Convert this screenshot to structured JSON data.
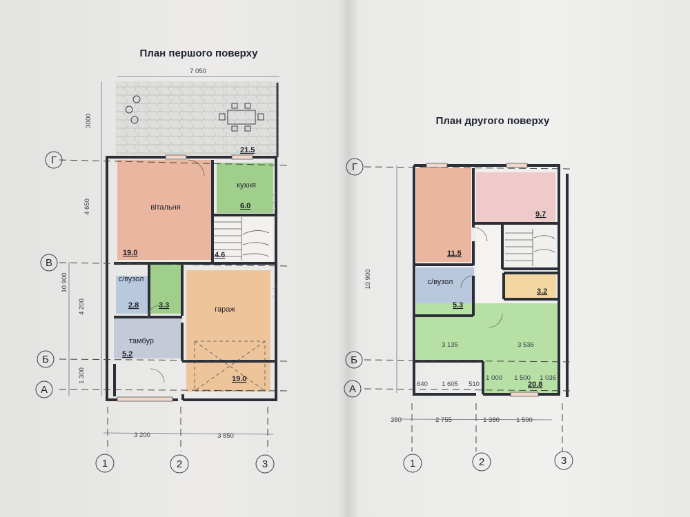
{
  "plan1": {
    "title": "План першого поверху",
    "dims": {
      "top": "7 050",
      "terrace_h": "3000",
      "h1": "4 650",
      "total": "10 900",
      "h2": "4 200",
      "h3": "1 300",
      "b1": "3 200",
      "b2": "3 850"
    },
    "rooms": {
      "terrace_area": "21.5",
      "living_name": "вітальня",
      "living_area": "19.0",
      "kitchen_name": "кухня",
      "kitchen_area": "6.0",
      "stairs_area": "4.6",
      "wc_name": "с/вузол",
      "wc_area": "2.8",
      "closet_area": "3.3",
      "garage_name": "гараж",
      "garage_area": "19.0",
      "vestibule_name": "тамбур",
      "vestibule_area": "5.2"
    },
    "axes_rows": [
      "Г",
      "В",
      "Б",
      "А"
    ],
    "axes_cols": [
      "1",
      "2",
      "3"
    ]
  },
  "plan2": {
    "title": "План другого поверху",
    "dims": {
      "total": "10 900",
      "c1": "3 135",
      "c2": "3 536",
      "d1": "640",
      "d2": "1 605",
      "d3": "510",
      "d4": "1 000",
      "d5": "1 500",
      "d6": "1 036",
      "b0": "380",
      "b1": "2 755",
      "b2": "1 380",
      "b3": "1 500"
    },
    "rooms": {
      "bed_top_right_area": "9.7",
      "bed_left_area": "11.5",
      "wc_name": "с/вузол",
      "wc_area": "5.3",
      "small_area": "3.2",
      "hall_area": "20.8"
    },
    "axes_rows": [
      "Г",
      "Б",
      "А"
    ],
    "axes_cols": [
      "1",
      "2",
      "3"
    ]
  }
}
